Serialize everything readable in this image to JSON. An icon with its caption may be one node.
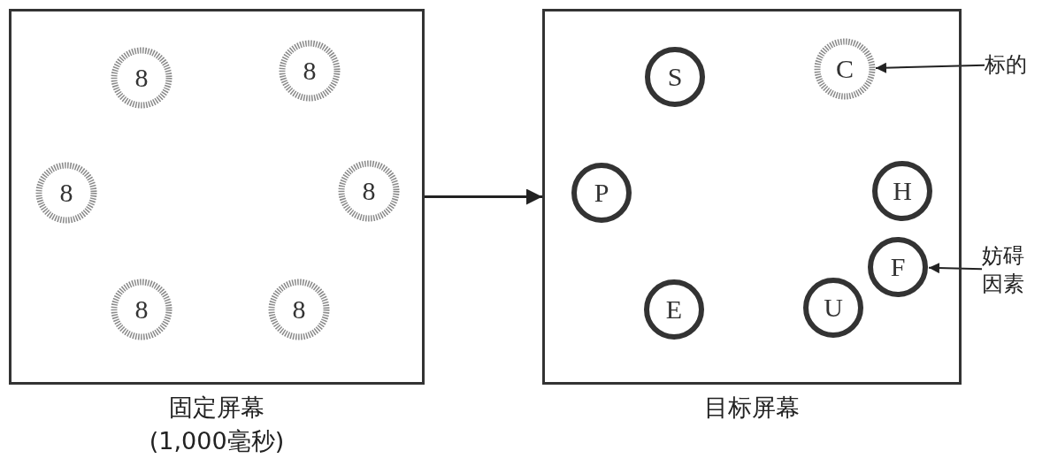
{
  "diagram": {
    "nodes": [
      {
        "text": [
          "固定屏幕",
          "(1,000毫秒)"
        ]
      },
      {
        "text": [
          "8"
        ],
        "in": 0
      },
      {
        "text": [
          "8"
        ],
        "in": 0
      },
      {
        "text": [
          "8"
        ],
        "in": 0
      },
      {
        "text": [
          "8"
        ],
        "in": 0
      },
      {
        "text": [
          "8"
        ],
        "in": 0
      },
      {
        "text": [
          "8"
        ],
        "in": 0
      },
      {
        "text": [
          "目标屏幕"
        ]
      },
      {
        "text": [
          "S"
        ],
        "in": 7
      },
      {
        "text": [
          "C"
        ],
        "in": 7
      },
      {
        "text": [
          "P"
        ],
        "in": 7
      },
      {
        "text": [
          "H"
        ],
        "in": 7
      },
      {
        "text": [
          "F"
        ],
        "in": 7
      },
      {
        "text": [
          "E"
        ],
        "in": 7
      },
      {
        "text": [
          "U"
        ],
        "in": 7
      },
      {
        "text": [
          "标的"
        ]
      },
      {
        "text": [
          "妨碍因素"
        ]
      }
    ],
    "edges": [
      {
        "from": 0,
        "to": 7,
        "arrow": "to"
      },
      {
        "from": 15,
        "to": 9,
        "arrow": "to"
      },
      {
        "from": 16,
        "to": 12,
        "arrow": "to"
      }
    ]
  }
}
